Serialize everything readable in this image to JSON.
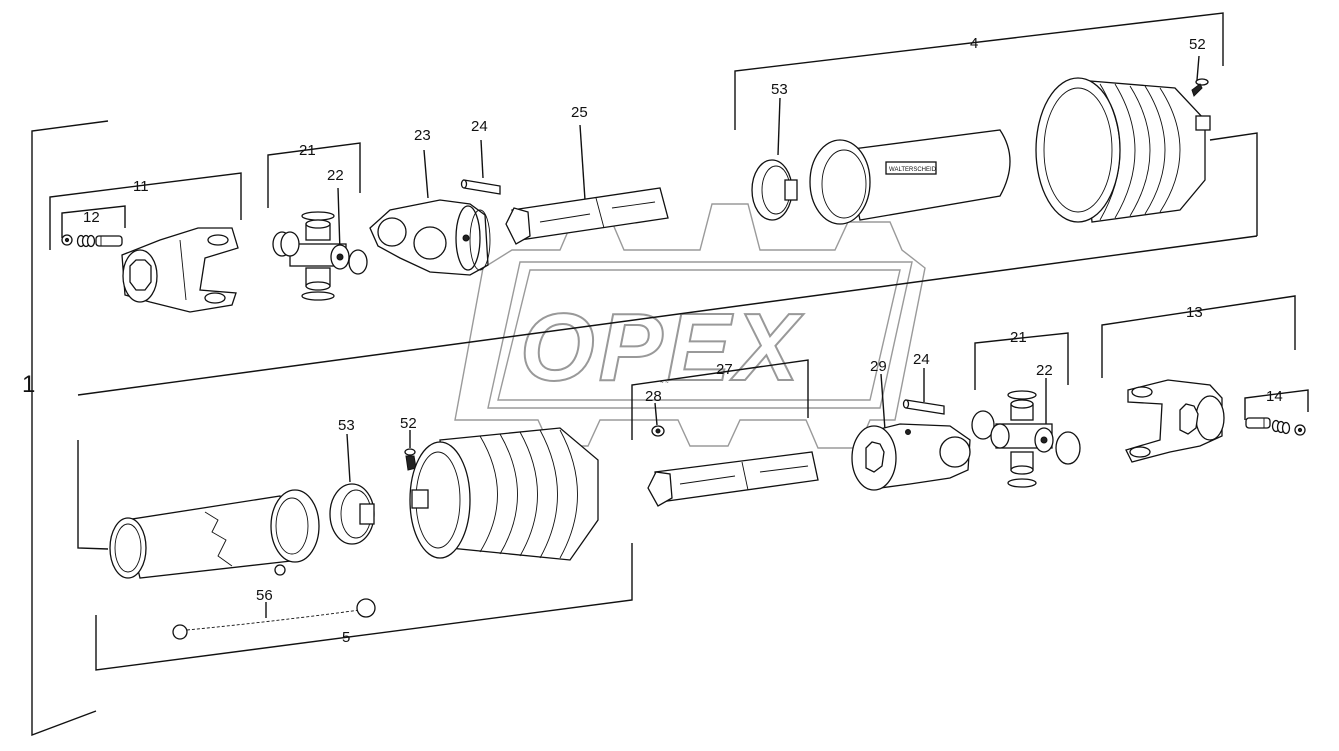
{
  "labels": {
    "assembly": "1",
    "yoke_left": "11",
    "bolt_set_left": "12",
    "yoke_right": "13",
    "bolt_set_right": "14",
    "cross_kit_top": "21",
    "cross_kit_bottom": "21",
    "cross_top": "22",
    "cross_bottom": "22",
    "inner_yoke_top": "23",
    "pin_top": "24",
    "pin_bottom": "24",
    "profile_tube_top": "25",
    "profile_tube_bottom": "27",
    "grease_nipple": "28",
    "inner_yoke_bottom": "29",
    "guard_half_top": "4",
    "guard_half_bottom": "5",
    "screw_top": "52",
    "screw_bottom": "52",
    "bearing_ring_top": "53",
    "bearing_ring_bottom": "53",
    "chain": "56"
  },
  "watermark": {
    "text": "OPEX",
    "color": "#999999"
  },
  "tube_marking": "WALTERSCHEID",
  "line_color": "#111111"
}
